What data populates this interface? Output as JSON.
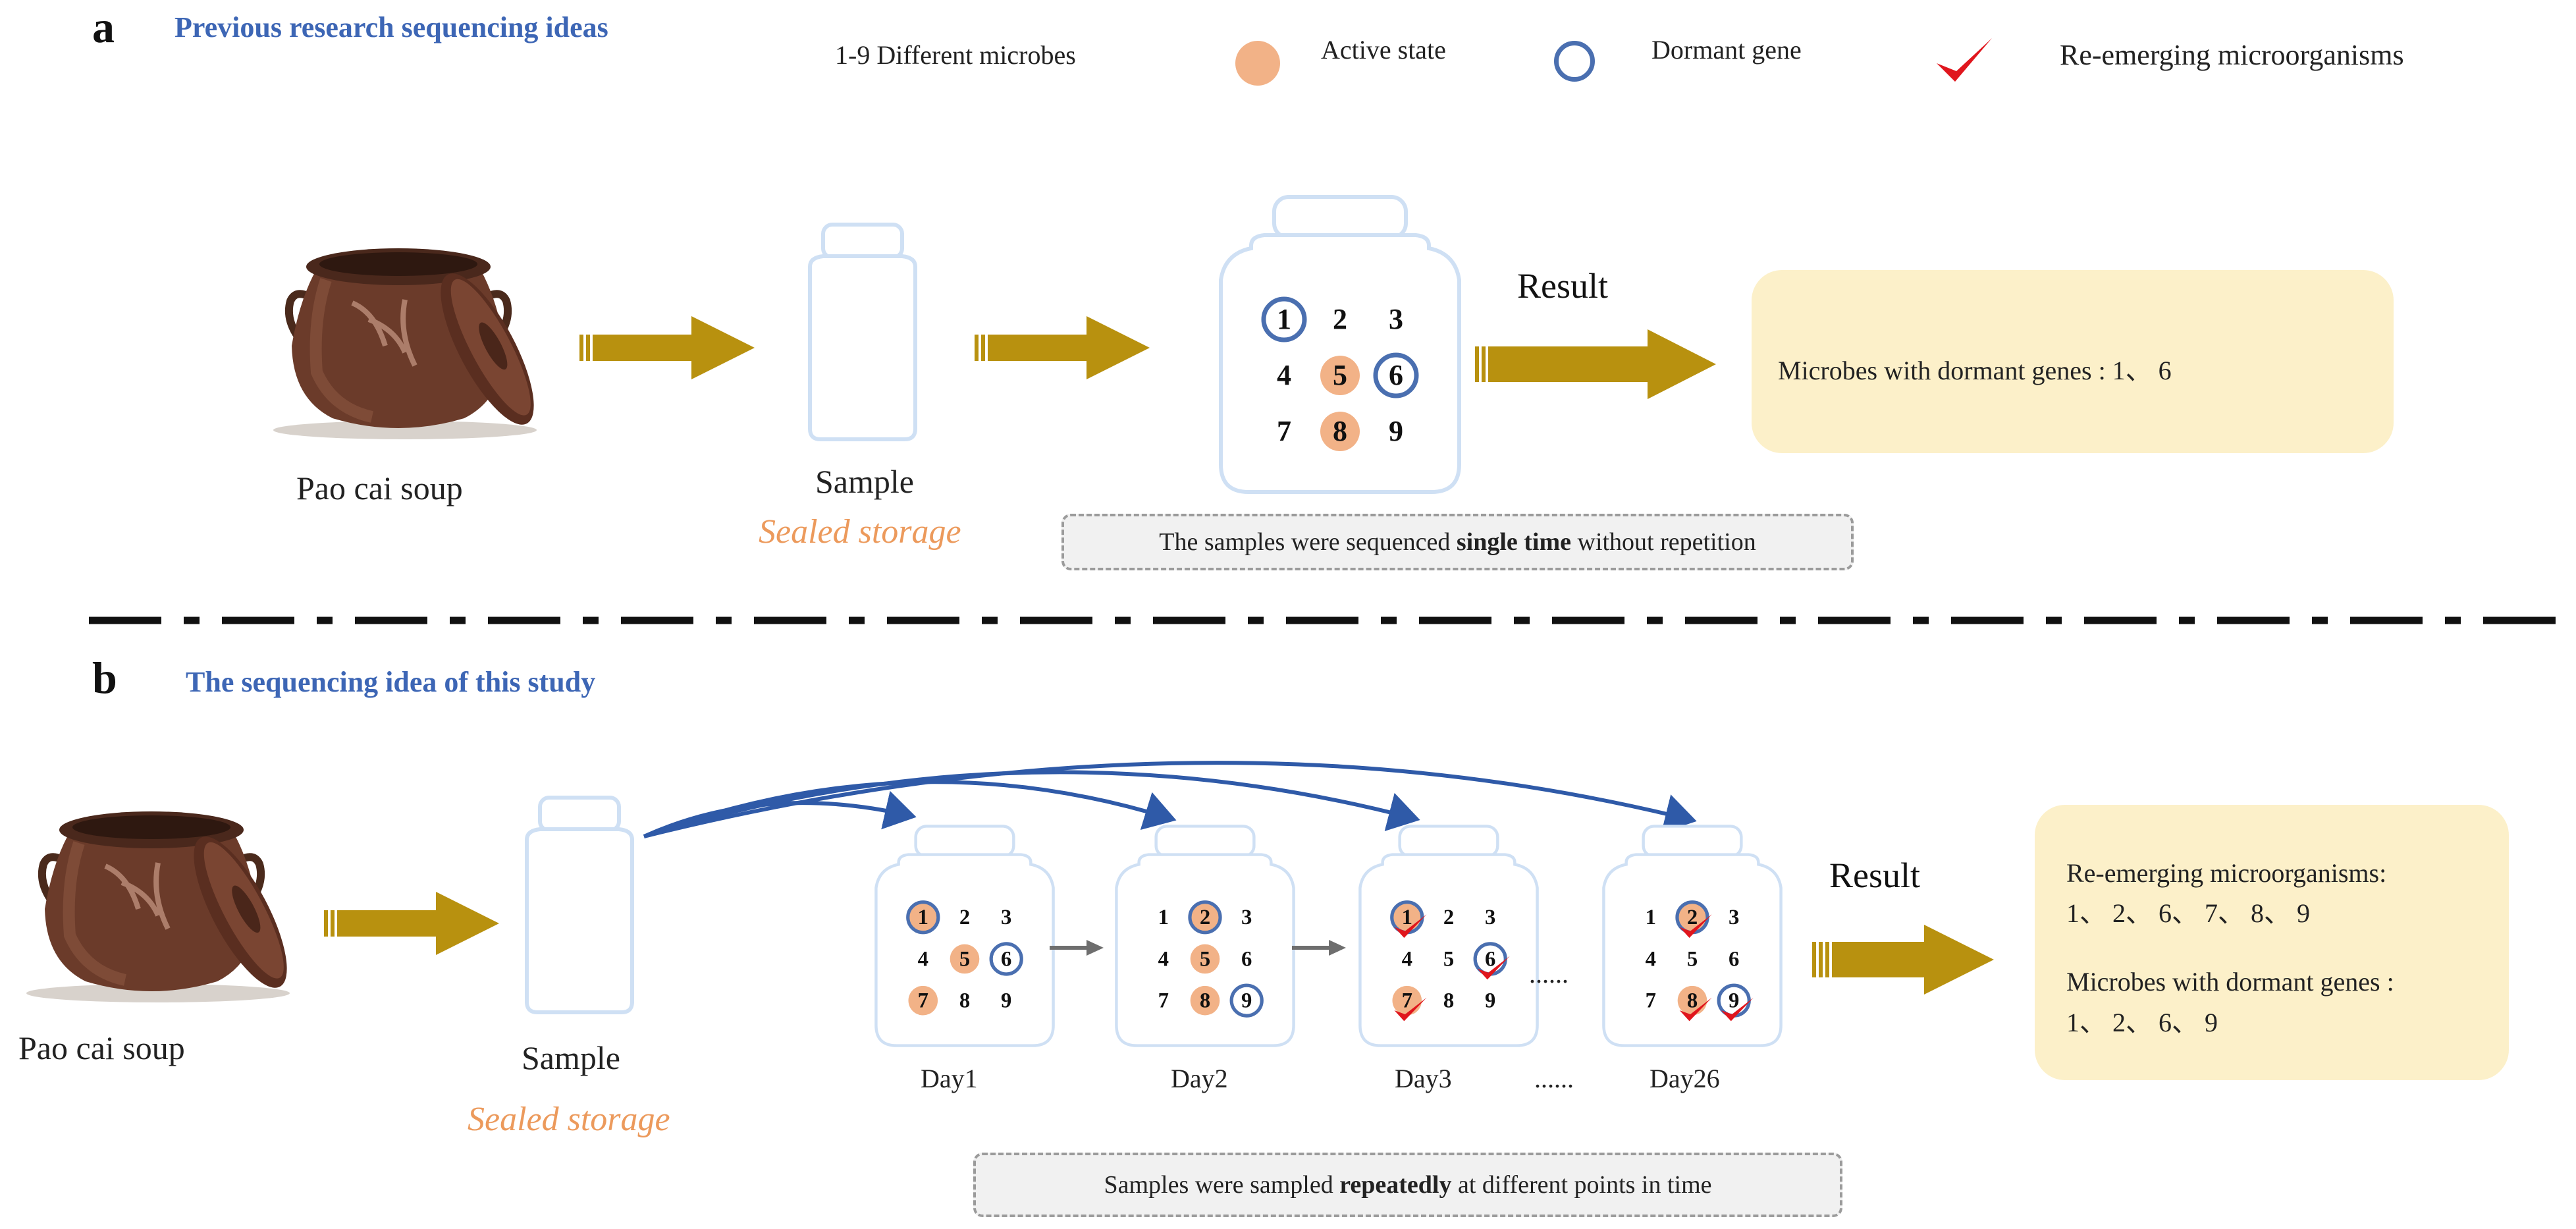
{
  "panel_a": {
    "letter": "a",
    "heading": "Previous research sequencing ideas",
    "legend": {
      "different_microbes": "1-9 Different microbes",
      "active_state": "Active state",
      "dormant_gene": "Dormant gene",
      "re_emerging": "Re-emerging microorganisms"
    },
    "pao_cai_label": "Pao cai soup",
    "sample_label": "Sample",
    "sealed_label": "Sealed storage",
    "result_title": "Result",
    "result_text": "Microbes with dormant genes : 1、 6",
    "jar_numbers": [
      "1",
      "2",
      "3",
      "4",
      "5",
      "6",
      "7",
      "8",
      "9"
    ],
    "note_pre": "The samples were sequenced ",
    "note_bold": "single time",
    "note_post": " without repetition"
  },
  "divider": "dash-dot",
  "panel_b": {
    "letter": "b",
    "heading": "The sequencing idea of this study",
    "pao_cai_label": "Pao cai soup",
    "sample_label": "Sample",
    "sealed_label": "Sealed storage",
    "result_title": "Result",
    "result_line1": "Re-emerging microorganisms:",
    "result_line2": "1、 2、 6、 7、 8、 9",
    "result_line3": "Microbes with dormant genes :",
    "result_line4": "1、 2、 6、 9",
    "days": [
      {
        "label": "Day1",
        "active": [
          1,
          5,
          7
        ],
        "dormant": [
          1,
          6
        ],
        "checks": []
      },
      {
        "label": "Day2",
        "active": [
          2,
          5,
          8
        ],
        "dormant": [
          2,
          9
        ],
        "checks": []
      },
      {
        "label": "Day3",
        "active": [
          1,
          7
        ],
        "dormant": [
          1,
          6
        ],
        "checks": [
          1,
          6,
          7
        ]
      },
      {
        "label": "Day26",
        "active": [
          2,
          8
        ],
        "dormant": [
          2,
          9
        ],
        "checks": [
          2,
          8,
          9
        ]
      }
    ],
    "ellipsis_jars": "......",
    "ellipsis_days": "......",
    "jar_numbers": [
      "1",
      "2",
      "3",
      "4",
      "5",
      "6",
      "7",
      "8",
      "9"
    ],
    "note_pre": "Samples were sampled ",
    "note_bold": "repeatedly",
    "note_post": " at different points in time"
  },
  "colors": {
    "heading_blue": "#3d66b5",
    "arrow_gold": "#b8910f",
    "active_orange": "#f2b287",
    "dormant_blue": "#4a6fb0",
    "check_red": "#e0161d",
    "result_bg": "#fcf0c9",
    "sealed_orange": "#ec9a5c"
  }
}
